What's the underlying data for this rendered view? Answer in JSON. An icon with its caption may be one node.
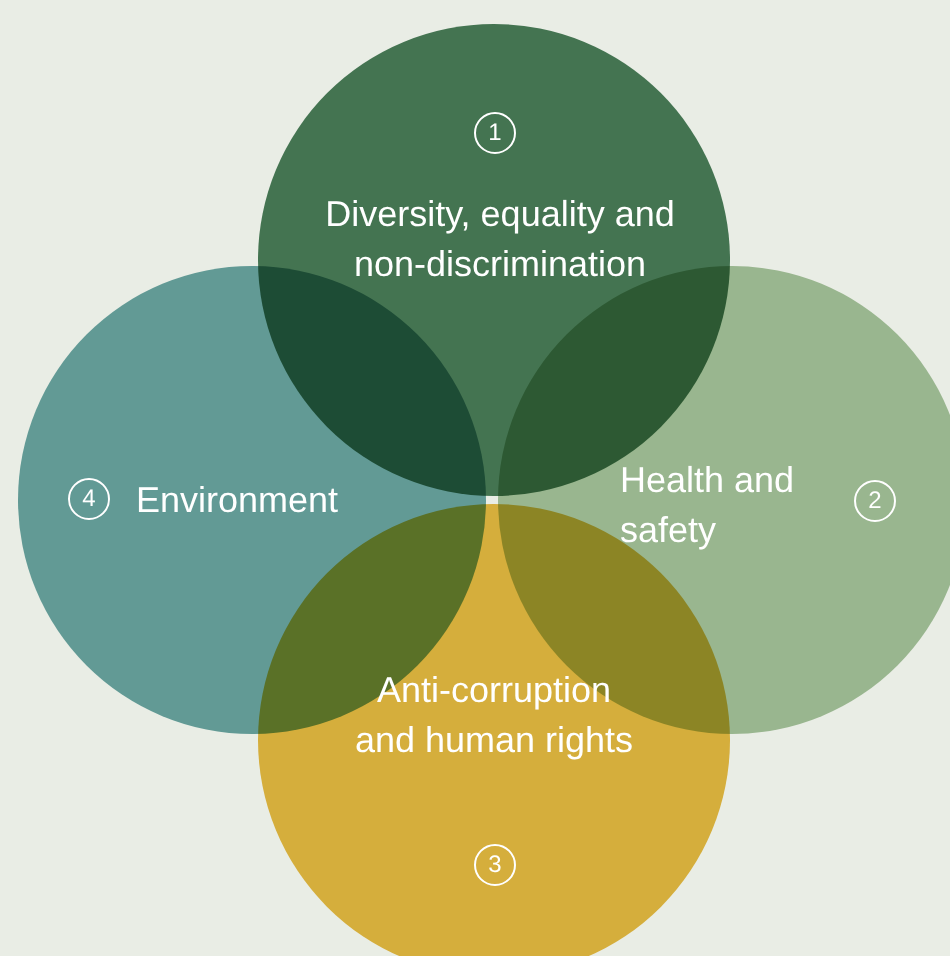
{
  "diagram": {
    "nodes": [
      {
        "text": [
          "1",
          "Diversity, equality and non-discrimination"
        ]
      },
      {
        "text": [
          "4",
          "Environment"
        ]
      },
      {
        "text": [
          "Health and safety",
          "2"
        ]
      },
      {
        "text": [
          "Anti-corruption and human rights",
          "3"
        ]
      }
    ]
  }
}
